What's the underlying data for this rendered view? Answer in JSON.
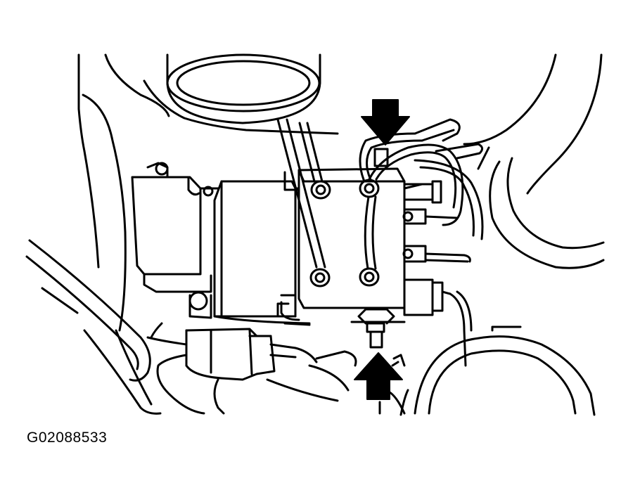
{
  "figure_id": "G02088533",
  "colors": {
    "line": "#000000",
    "background": "#ffffff",
    "arrow_fill": "#000000"
  },
  "callouts": [
    {
      "name": "top-arrow",
      "direction": "down"
    },
    {
      "name": "bottom-arrow",
      "direction": "up"
    }
  ]
}
